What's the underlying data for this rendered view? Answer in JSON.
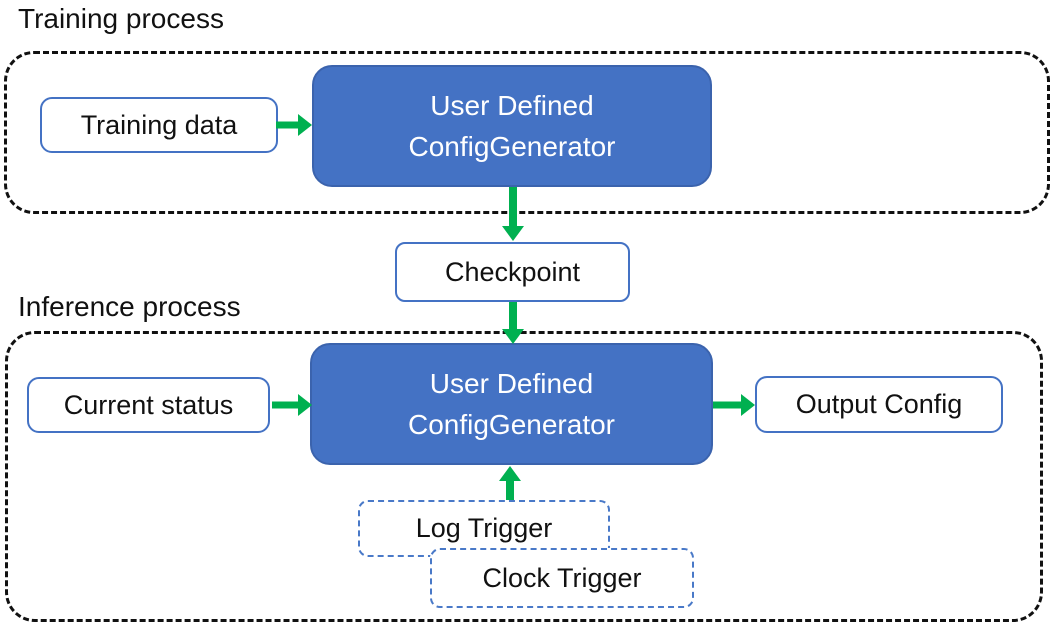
{
  "colors": {
    "blue": "#4472C4",
    "blue-border": "#3B63AD",
    "green": "#00B050",
    "dash-black": "#111111",
    "trigger-blue": "#4979C8",
    "text-dark": "#111111",
    "text-white": "#ffffff",
    "bg": "#ffffff"
  },
  "diagram": {
    "training": {
      "label": "Training process",
      "input_box": "Training data",
      "generator_box": {
        "line1": "User Defined",
        "line2": "ConfigGenerator"
      }
    },
    "checkpoint_box": "Checkpoint",
    "inference": {
      "label": "Inference process",
      "input_box": "Current status",
      "generator_box": {
        "line1": "User Defined",
        "line2": "ConfigGenerator"
      },
      "output_box": "Output Config",
      "log_trigger_box": "Log Trigger",
      "clock_trigger_box": "Clock Trigger"
    }
  }
}
